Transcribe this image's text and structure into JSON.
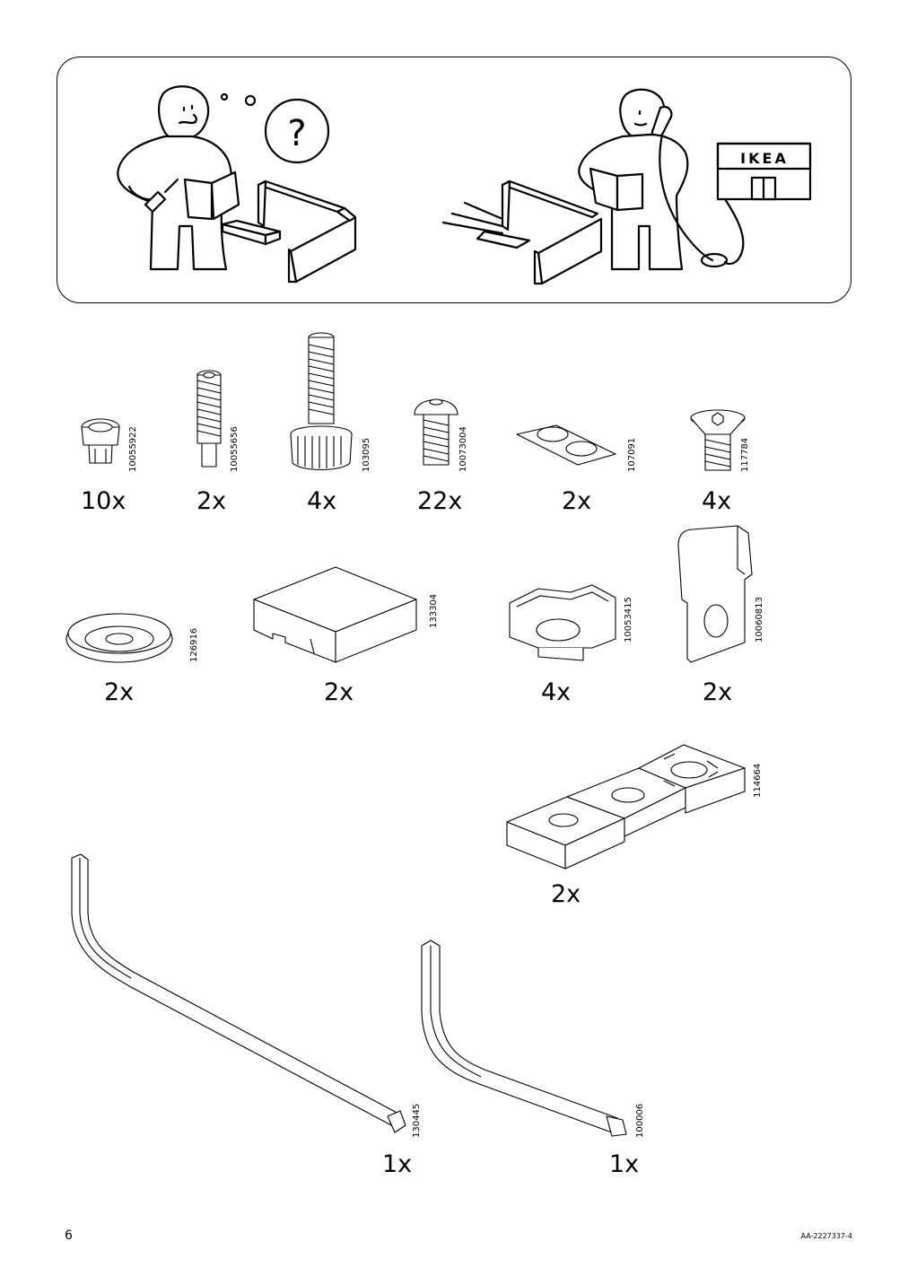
{
  "header_panel": {
    "store_sign_text": "IKEA",
    "question_mark": "?"
  },
  "parts": [
    {
      "id": "part-1",
      "quantity": "10x",
      "part_number": "10055922"
    },
    {
      "id": "part-2",
      "quantity": "2x",
      "part_number": "10055656"
    },
    {
      "id": "part-3",
      "quantity": "4x",
      "part_number": "103095"
    },
    {
      "id": "part-4",
      "quantity": "22x",
      "part_number": "10073004"
    },
    {
      "id": "part-5",
      "quantity": "2x",
      "part_number": "107091"
    },
    {
      "id": "part-6",
      "quantity": "4x",
      "part_number": "117784"
    },
    {
      "id": "part-7",
      "quantity": "2x",
      "part_number": "126916"
    },
    {
      "id": "part-8",
      "quantity": "2x",
      "part_number": "133304"
    },
    {
      "id": "part-9",
      "quantity": "4x",
      "part_number": "10053415"
    },
    {
      "id": "part-10",
      "quantity": "2x",
      "part_number": "10060813"
    },
    {
      "id": "part-11",
      "quantity": "2x",
      "part_number": "114664"
    },
    {
      "id": "part-12",
      "quantity": "1x",
      "part_number": "130445"
    },
    {
      "id": "part-13",
      "quantity": "1x",
      "part_number": "100006"
    }
  ],
  "footer": {
    "page_number": "6",
    "document_code": "AA-2227337-4"
  }
}
